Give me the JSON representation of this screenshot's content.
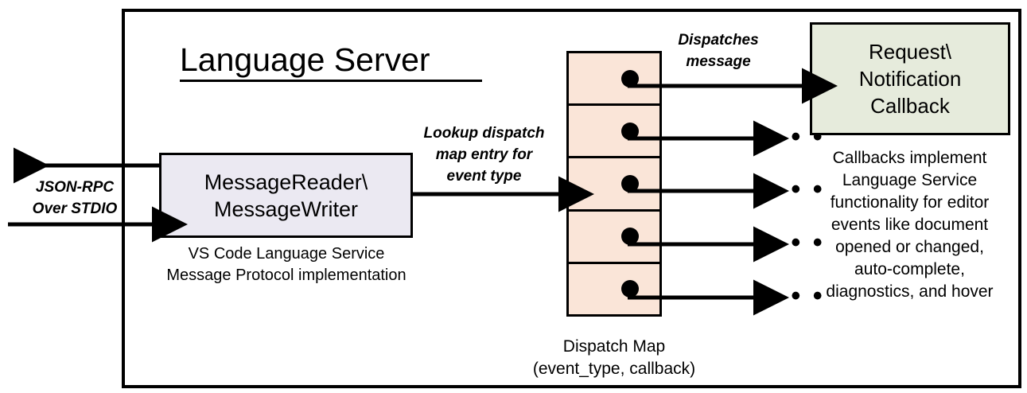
{
  "diagram": {
    "title": "Language Server",
    "left_flow": {
      "label_line1": "JSON-RPC",
      "label_line2": "Over STDIO"
    },
    "reader_writer": {
      "line1": "MessageReader\\",
      "line2": "MessageWriter",
      "caption_line1": "VS Code Language Service",
      "caption_line2": "Message Protocol implementation"
    },
    "lookup_label": {
      "line1": "Lookup dispatch",
      "line2": "map entry for",
      "line3": "event type"
    },
    "dispatches_label": {
      "line1": "Dispatches",
      "line2": "message"
    },
    "dispatch_map": {
      "caption_line1": "Dispatch Map",
      "caption_line2": "(event_type, callback)",
      "rows": [
        {
          "id": "row-1",
          "has_callback_box": true,
          "ellipsis": ""
        },
        {
          "id": "row-2",
          "has_callback_box": false,
          "ellipsis": "• • •"
        },
        {
          "id": "row-3",
          "has_callback_box": false,
          "ellipsis": "• • •"
        },
        {
          "id": "row-4",
          "has_callback_box": false,
          "ellipsis": "• • •"
        },
        {
          "id": "row-5",
          "has_callback_box": false,
          "ellipsis": "• • •"
        }
      ]
    },
    "callback": {
      "line1": "Request\\",
      "line2": "Notification",
      "line3": "Callback",
      "caption_line1": "Callbacks implement",
      "caption_line2": "Language Service",
      "caption_line3": "functionality for editor",
      "caption_line4": "events like document",
      "caption_line5": "opened or changed,",
      "caption_line6": "auto-complete,",
      "caption_line7": "diagnostics, and hover"
    },
    "colors": {
      "reader_writer_fill": "#ebe9f2",
      "dispatch_map_fill": "#fae5d8",
      "callback_fill": "#e6ebdc",
      "stroke": "#000000",
      "background": "#ffffff"
    }
  }
}
